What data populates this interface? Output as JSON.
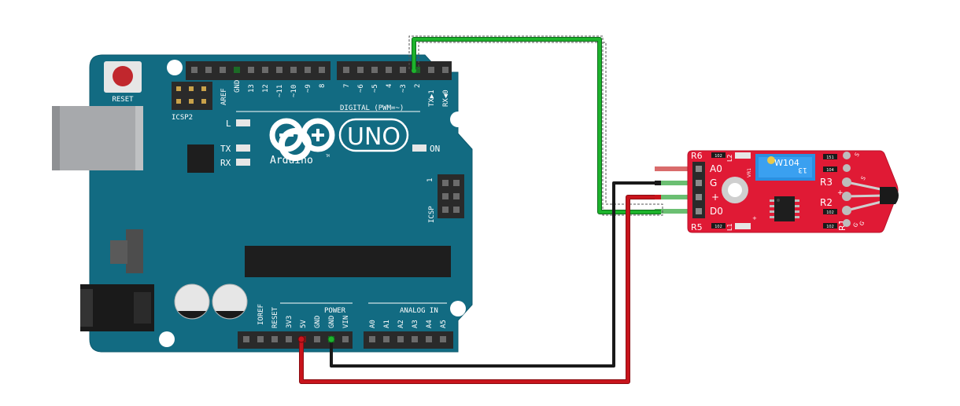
{
  "board": {
    "reset_label": "RESET",
    "icsp2_label": "ICSP2",
    "icsp_label": "ICSP",
    "icsp_pin1": "1",
    "led_l": "L",
    "led_tx": "TX",
    "led_rx": "RX",
    "led_on": "ON",
    "model": "UNO",
    "brand": "Arduino",
    "trademark": "TM",
    "digital_header_label": "DIGITAL (PWM=~)",
    "power_header_label": "POWER",
    "analog_header_label": "ANALOG IN",
    "digital_pins_left": [
      "AREF",
      "GND",
      "13",
      "12",
      "~11",
      "~10",
      "~9",
      "8"
    ],
    "digital_pins_right": [
      "7",
      "~6",
      "~5",
      "4",
      "~3",
      "2",
      "TX▶1",
      "RX◀0"
    ],
    "power_pins": [
      "IOREF",
      "RESET",
      "3V3",
      "5V",
      "GND",
      "GND",
      "VIN"
    ],
    "analog_pins": [
      "A0",
      "A1",
      "A2",
      "A3",
      "A4",
      "A5"
    ]
  },
  "sensor": {
    "pin_labels": [
      "A0",
      "G",
      "+",
      "D0"
    ],
    "r6": "R6",
    "r5": "R5",
    "r3": "R3",
    "r2": "R2",
    "r1": "R1",
    "l2": "L2",
    "l1": "L1",
    "vr1": "VR1",
    "pot_code": "W104",
    "pot_sub": "13",
    "smd_codes": [
      "102",
      "151",
      "104",
      "102",
      "102",
      "102"
    ],
    "side_s": "S",
    "side_plus": "+",
    "side_g": "G",
    "plus_mark": "+"
  },
  "wires": [
    {
      "name": "signal",
      "color": "#1db32c",
      "from": "D2",
      "to": "D0"
    },
    {
      "name": "ground",
      "color": "#1a1a1a",
      "from": "GND",
      "to": "G"
    },
    {
      "name": "power",
      "color": "#c8141c",
      "from": "5V",
      "to": "+"
    }
  ],
  "colors": {
    "board": "#126b82",
    "board_silk": "#ffffff",
    "sensor_pcb": "#e01a35",
    "header": "#2a2a2a",
    "potentiometer": "#2b8fe0"
  }
}
